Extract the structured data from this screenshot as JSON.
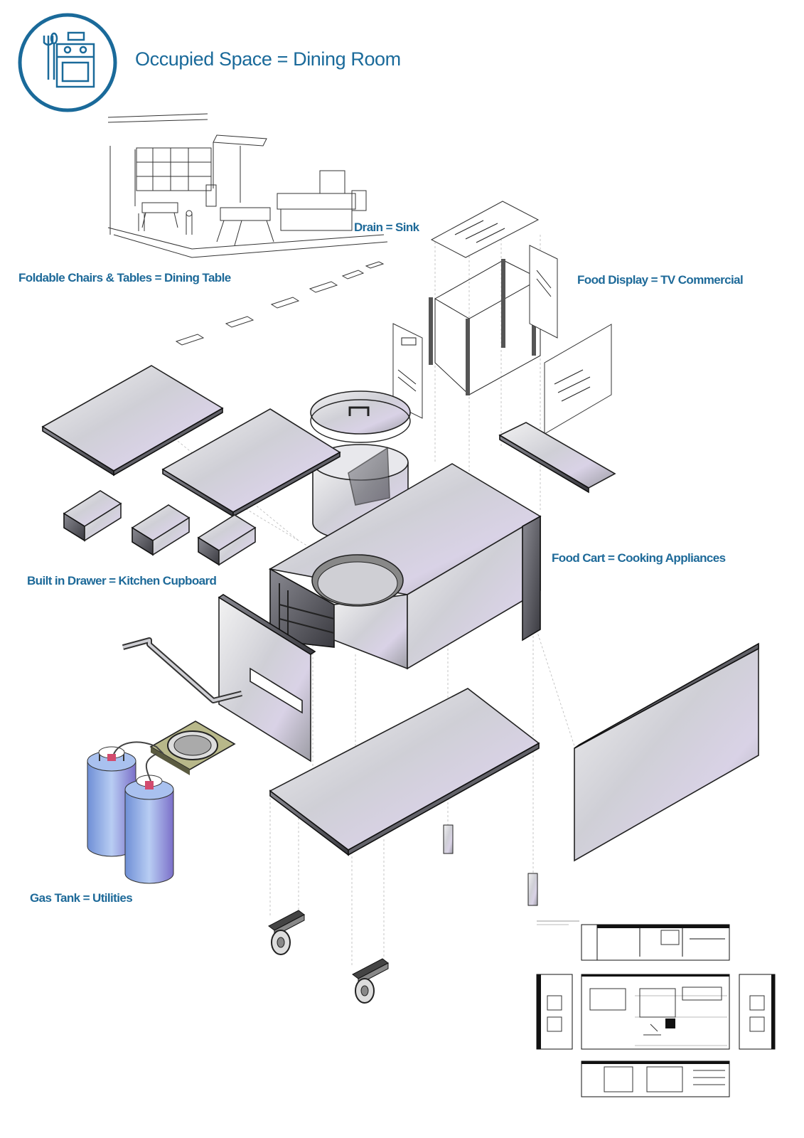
{
  "title": "Occupied Space = Dining Room",
  "logo": {
    "icon": "kitchen-stove-icon",
    "color": "#1a6a9a"
  },
  "accent_color": "#1e6a99",
  "labels": {
    "drain": "Drain = Sink",
    "foldable": "Foldable Chairs & Tables = Dining Table",
    "food_display": "Food Display = TV Commercial",
    "food_cart": "Food Cart = Cooking Appliances",
    "drawer": "Built in Drawer = Kitchen Cupboard",
    "gas_tank": "Gas Tank = Utilities"
  }
}
